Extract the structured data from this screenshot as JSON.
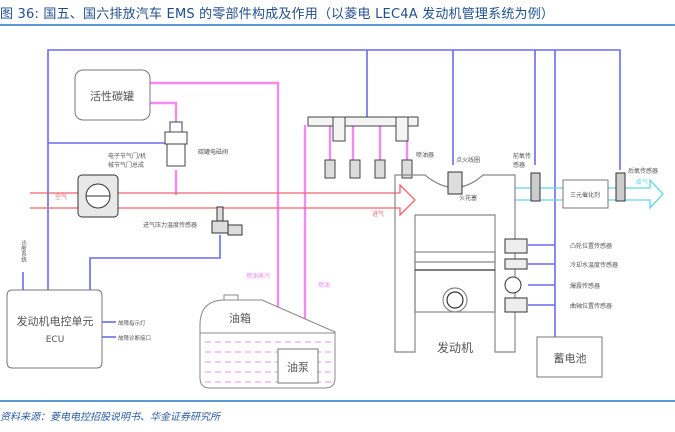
{
  "figure": {
    "title_prefix": "图 36:",
    "title_text": "国五、国六排放汽车 EMS 的零部件构成及作用（以菱电 LEC4A 发动机管理系统为例）",
    "source": "资料来源：菱电电控招股说明书、华金证券研究所"
  },
  "diagram": {
    "canister": "活性碳罐",
    "canister_valve": "碳罐电磁阀",
    "throttle": [
      "电子节气门/机",
      "械节气门总成"
    ],
    "air_in": "空气",
    "intake_sensor": "进气压力温度传感器",
    "injector": "喷油器",
    "ignition_coil": "点火线圈",
    "spark_plug": "火花塞",
    "intake_label": "进气",
    "front_o2": [
      "前氧传",
      "感器"
    ],
    "rear_o2": "后氧传感器",
    "catalyst": "三元催化剂",
    "exhaust": "废气",
    "sensors_right": [
      "凸轮位置传感器",
      "冷却水温度传感器",
      "爆震传感器",
      "曲轴位置传感器"
    ],
    "diag_system": "诊断系统",
    "ecu_line1": "发动机电控单元",
    "ecu_line2": "ECU",
    "ecu_out1": "故障指示灯",
    "ecu_out2": "故障诊断接口",
    "fuel_vapor": "燃油蒸汽",
    "fuel": "燃油",
    "tank": "油箱",
    "pump": "油泵",
    "engine": "发动机",
    "battery": "蓄电池"
  },
  "colors": {
    "signal_wire": "#6b6bf0",
    "fuel_line": "#f08cf0",
    "intake_air": "#f06470",
    "exhaust": "#5fd8e6",
    "title": "#1f4e8c",
    "rule": "#5b9bd5"
  }
}
